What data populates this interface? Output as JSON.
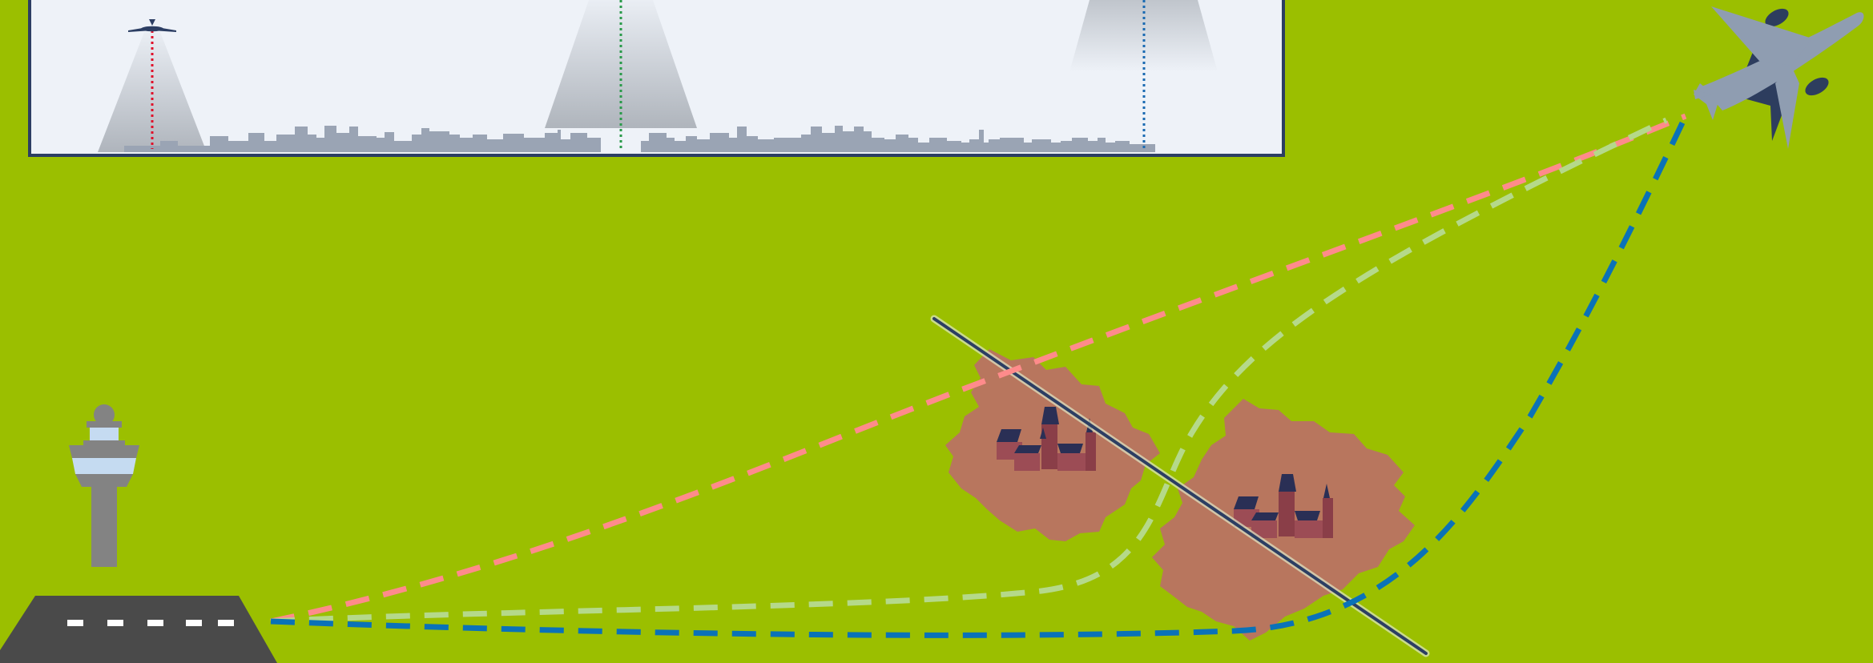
{
  "colors": {
    "grass": "#9bbf00",
    "panel_bg": "#eef2f8",
    "panel_border": "#2c3e63",
    "skyline": "#9aa4b4",
    "town": "#b8765e",
    "house_wall": "#9c4c55",
    "house_roof": "#2a2f55",
    "tower": "#838383",
    "tower_glass": "#c5dbf1",
    "runway": "#4a4a4a",
    "runway_marks": "#ffffff",
    "plane_body": "#8f9db1",
    "plane_accent": "#2d3d5e",
    "route_red": "#ff8b8b",
    "route_green": "#b5d98a",
    "route_blue": "#0a72b8",
    "divider_line": "#2c3e63",
    "marker_red": "#e0102a",
    "marker_green": "#2a9a4a",
    "marker_blue": "#1a6ab2"
  },
  "routes": [
    {
      "name": "route-red",
      "color_key": "route_red"
    },
    {
      "name": "route-green",
      "color_key": "route_green"
    },
    {
      "name": "route-blue",
      "color_key": "route_blue"
    }
  ],
  "panel_markers": [
    {
      "name": "marker-red",
      "color_key": "marker_red",
      "has_plane": true
    },
    {
      "name": "marker-green",
      "color_key": "marker_green",
      "has_plane": false
    },
    {
      "name": "marker-blue",
      "color_key": "marker_blue",
      "has_plane": false
    }
  ],
  "icons": {
    "control_tower": "control-tower-icon",
    "runway": "runway-icon",
    "airplane": "airplane-icon",
    "town": "town-icon",
    "skyline": "skyline-icon"
  }
}
